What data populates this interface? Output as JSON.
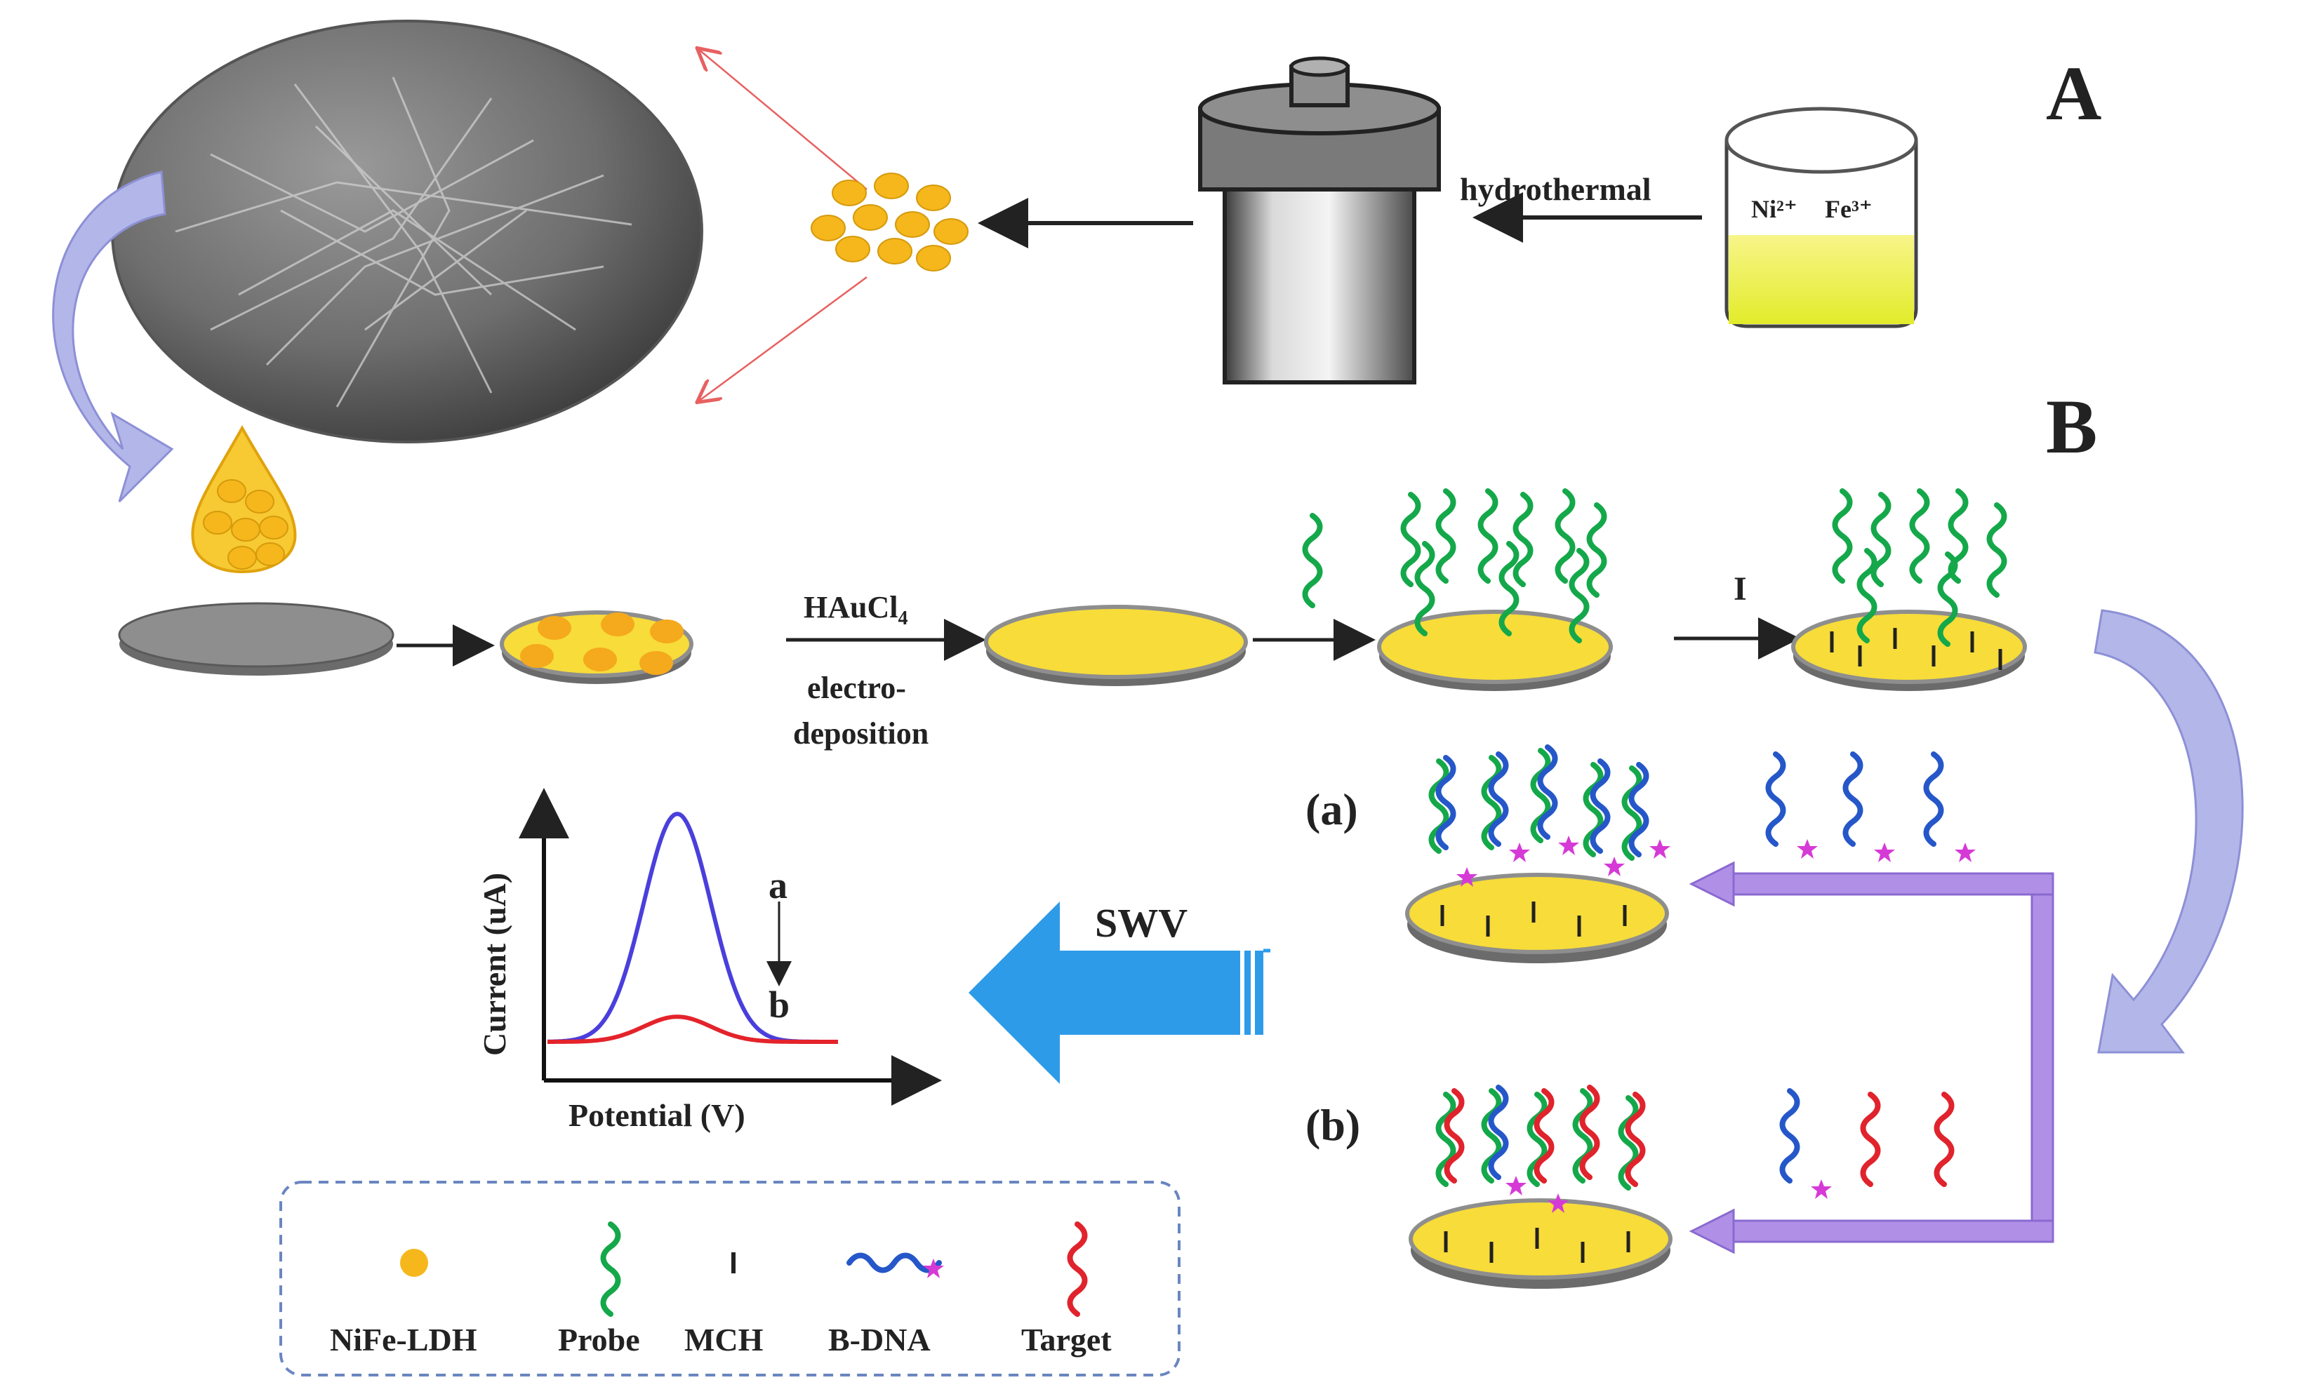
{
  "panels": {
    "a_label": "A",
    "b_label": "B"
  },
  "synthesis": {
    "ions": [
      "Ni²⁺",
      "Fe³⁺"
    ],
    "process_label": "hydrothermal"
  },
  "modification": {
    "reagent": "HAuCl",
    "reagent_subscript": "4",
    "method_line1": "electro-",
    "method_line2": "deposition",
    "step4_mark": "I"
  },
  "cases": {
    "case_a": "(a)",
    "case_b": "(b)"
  },
  "detection": {
    "method": "SWV"
  },
  "plot": {
    "ylabel": "Current (uA)",
    "xlabel": "Potential (V)",
    "curve_a_label": "a",
    "curve_b_label": "b"
  },
  "chart_data": {
    "type": "line",
    "xlabel": "Potential (V)",
    "ylabel": "Current (uA)",
    "series": [
      {
        "name": "a",
        "peak_relative": 1.0,
        "color": "#4a3fdc"
      },
      {
        "name": "b",
        "peak_relative": 0.11,
        "color": "#e4232b"
      }
    ]
  },
  "legend": {
    "items": [
      {
        "label": "NiFe-LDH",
        "icon": "ldh-particle-icon"
      },
      {
        "label": "Probe",
        "icon": "probe-strand-icon"
      },
      {
        "label": "MCH",
        "icon": "mch-mark-icon"
      },
      {
        "label": "B-DNA",
        "icon": "bdna-strand-icon"
      },
      {
        "label": "Target",
        "icon": "target-strand-icon"
      }
    ]
  },
  "colors": {
    "probe": "#14a84a",
    "bdna": "#2557c9",
    "target": "#e0232c",
    "star": "#d63ad6",
    "ldh": "#f5b71c",
    "gold": "#f7dc3a",
    "electrode": "#7b7b7b",
    "curved_arrow": "#b3b6e8",
    "flow_arrow": "#b090e6",
    "swv_arrow": "#2e9be8"
  }
}
